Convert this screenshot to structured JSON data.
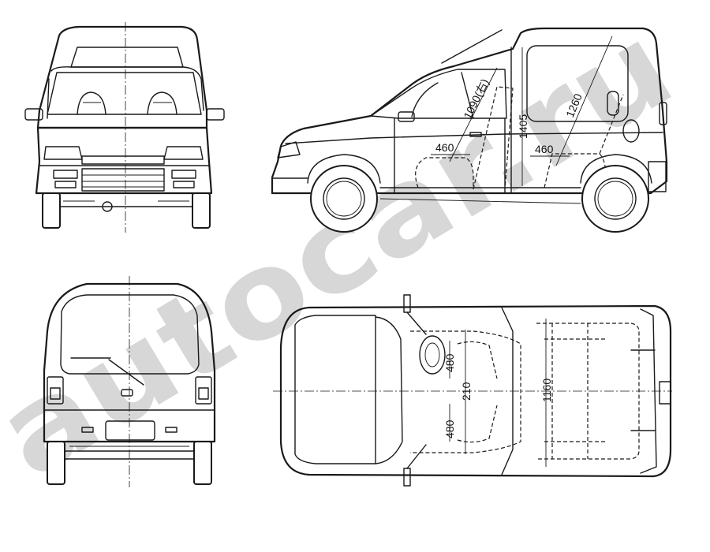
{
  "watermark": {
    "text": "autocar.ru",
    "color": "#bdbdbd"
  },
  "dimensions": {
    "front_legroom": "460",
    "rear_legroom": "460",
    "front_headroom": "1090(右)",
    "rear_headroom": "1260",
    "interior_height": "1405",
    "front_seat_width_upper": "480",
    "front_seat_width_lower": "480",
    "center_gap": "210",
    "cargo_width": "1160"
  },
  "colors": {
    "line": "#1a1a1a",
    "background": "#ffffff"
  }
}
